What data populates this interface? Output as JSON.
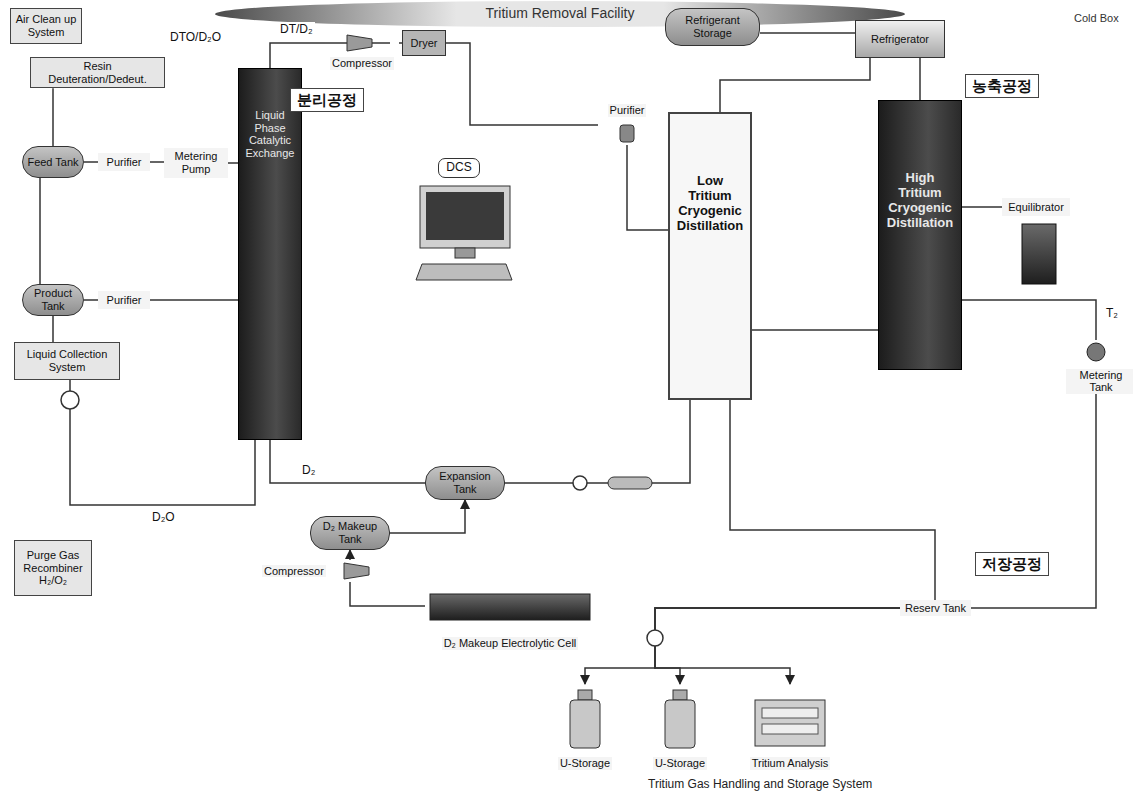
{
  "diagram": {
    "title": "Tritium Removal Facility",
    "nodes": [
      {
        "text": [
          "Air Clean up System"
        ]
      },
      {
        "text": [
          "Resin Deuteration/Dedeut."
        ]
      },
      {
        "text": [
          "분리공정"
        ]
      },
      {
        "text": [
          "Feed Tank"
        ]
      },
      {
        "text": [
          "Purifier"
        ]
      },
      {
        "text": [
          "Metering Pump"
        ]
      },
      {
        "text": [
          "Liquid Phase Catalytic Exchange"
        ],
        "in": 2
      },
      {
        "text": [
          "Product Tank"
        ]
      },
      {
        "text": [
          "Purifier"
        ]
      },
      {
        "text": [
          "Liquid Collection System"
        ]
      },
      {
        "text": [
          "Compressor"
        ]
      },
      {
        "text": [
          "Dryer"
        ]
      },
      {
        "text": [
          "DCS"
        ]
      },
      {
        "text": [
          "Cold Box",
          "농축공정"
        ]
      },
      {
        "text": [
          "Refrigerant Storage"
        ],
        "in": 13
      },
      {
        "text": [
          "Refrigerator"
        ],
        "in": 13
      },
      {
        "text": [
          "Purifier"
        ],
        "in": 13
      },
      {
        "text": [
          "Low Tritium Cryogenic Distillation"
        ],
        "in": 13
      },
      {
        "text": [
          "High Tritium Cryogenic Distillation"
        ],
        "in": 13
      },
      {
        "text": [
          "Equilibrator"
        ],
        "in": 13
      },
      {
        "text": [
          "Metering Tank"
        ],
        "in": 13
      },
      {
        "text": [
          "Expansion Tank"
        ]
      },
      {
        "text": [
          "D₂ Makeup Tank"
        ]
      },
      {
        "text": [
          "Compressor"
        ]
      },
      {
        "text": [
          "D₂ Makeup Electrolytic Cell"
        ]
      },
      {
        "text": [
          "Purge Gas Recombiner H₂/O₂"
        ]
      },
      {
        "text": [
          "저장공정",
          "Tritium Gas Handling and Storage System"
        ]
      },
      {
        "text": [
          "Reserv Tank"
        ],
        "in": 26
      },
      {
        "text": [
          "U-Storage"
        ],
        "in": 26
      },
      {
        "text": [
          "U-Storage"
        ],
        "in": 26
      },
      {
        "text": [
          "Tritium Analysis"
        ],
        "in": 26
      }
    ],
    "edges": [
      {
        "from": 1,
        "to": 3,
        "arrow": "none"
      },
      {
        "from": 3,
        "to": 4,
        "arrow": "none"
      },
      {
        "from": 4,
        "to": 5,
        "arrow": "none"
      },
      {
        "from": 5,
        "to": 6,
        "arrow": "none"
      },
      {
        "from": 3,
        "to": 7,
        "arrow": "none"
      },
      {
        "from": 7,
        "to": 8,
        "arrow": "none"
      },
      {
        "from": 8,
        "to": 6,
        "arrow": "none"
      },
      {
        "from": 7,
        "to": 9,
        "arrow": "none"
      },
      {
        "from": 6,
        "to": 10,
        "arrow": "none"
      },
      {
        "from": 10,
        "to": 11,
        "arrow": "none"
      },
      {
        "from": 11,
        "to": 16,
        "arrow": "none"
      },
      {
        "from": 16,
        "to": 17,
        "arrow": "none"
      },
      {
        "from": 14,
        "to": 15,
        "arrow": "none"
      },
      {
        "from": 15,
        "to": 17,
        "arrow": "none"
      },
      {
        "from": 15,
        "to": 18,
        "arrow": "none"
      },
      {
        "from": 17,
        "to": 18,
        "arrow": "none"
      },
      {
        "from": 18,
        "to": 19,
        "arrow": "none"
      },
      {
        "from": 18,
        "to": 20,
        "arrow": "none"
      },
      {
        "from": 17,
        "to": 21,
        "arrow": "none"
      },
      {
        "from": 21,
        "to": 6,
        "arrow": "none"
      },
      {
        "from": 22,
        "to": 21,
        "arrow": "to"
      },
      {
        "from": 23,
        "to": 22,
        "arrow": "to"
      },
      {
        "from": 24,
        "to": 23,
        "arrow": "none"
      },
      {
        "from": 17,
        "to": 27,
        "arrow": "none"
      },
      {
        "from": 20,
        "to": 27,
        "arrow": "none"
      },
      {
        "from": 27,
        "to": 28,
        "arrow": "to"
      },
      {
        "from": 27,
        "to": 29,
        "arrow": "to"
      },
      {
        "from": 27,
        "to": 30,
        "arrow": "to"
      }
    ],
    "labels": [
      "DTO/D₂O",
      "DT/D₂",
      "D₂",
      "D₂O",
      "T₂"
    ]
  }
}
